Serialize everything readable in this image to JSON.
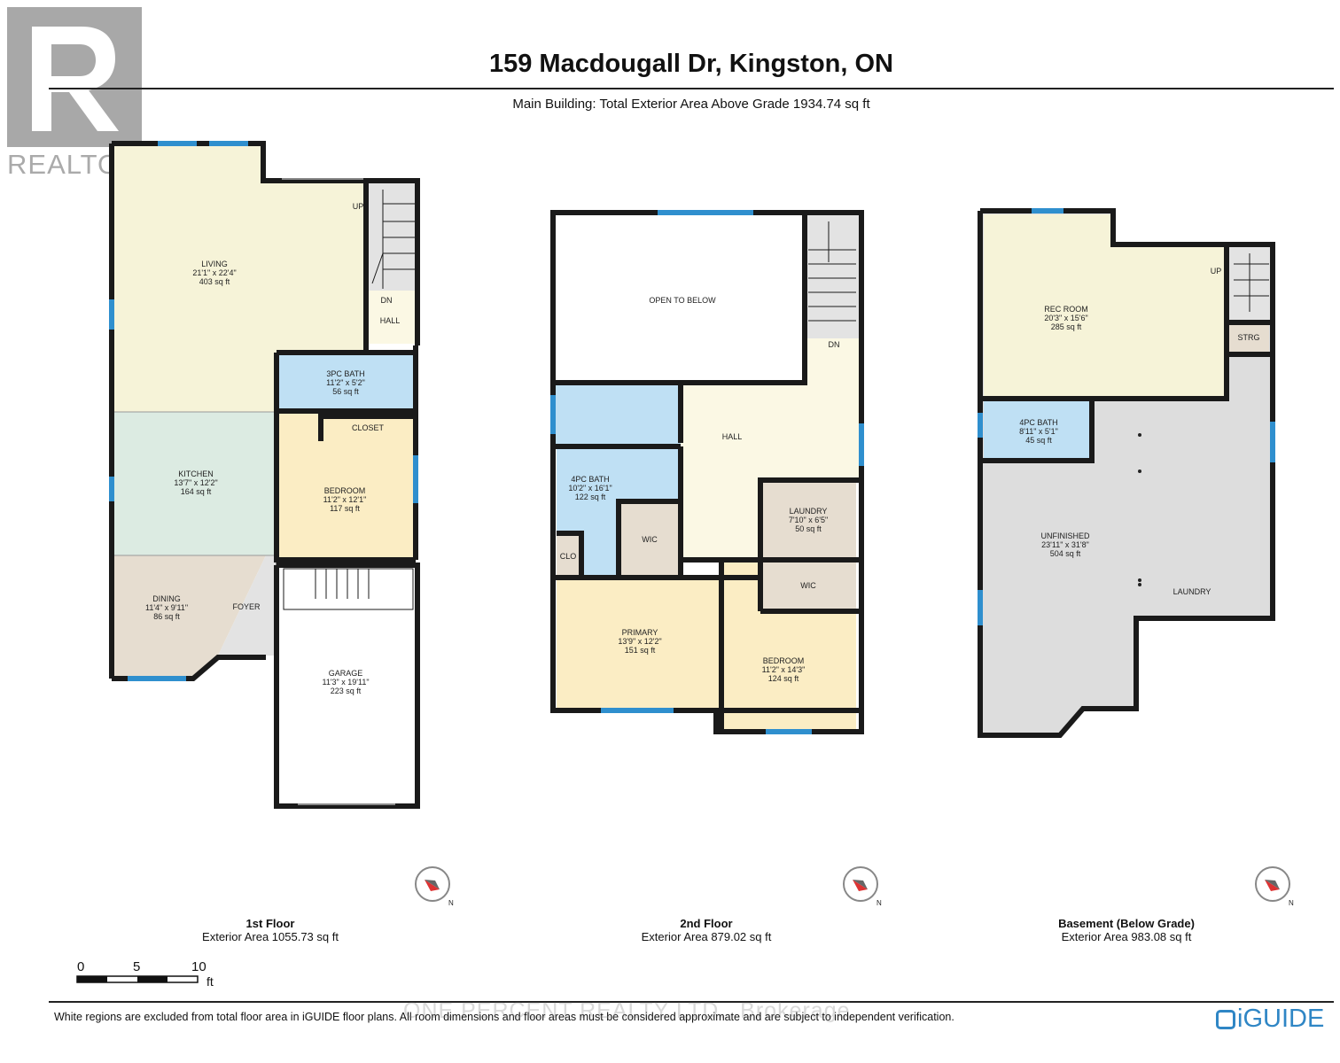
{
  "header": {
    "title": "159 Macdougall Dr, Kingston, ON",
    "subtitle": "Main Building: Total Exterior Area Above Grade 1934.74 sq ft"
  },
  "logo": {
    "wordmark": "REALTOR®"
  },
  "floors": [
    {
      "name": "1st Floor",
      "area": "Exterior Area 1055.73 sq ft",
      "rooms": [
        {
          "name": "LIVING",
          "dims": "21'1\" x 22'4\"",
          "area": "403 sq ft"
        },
        {
          "name": "KITCHEN",
          "dims": "13'7\" x 12'2\"",
          "area": "164 sq ft"
        },
        {
          "name": "DINING",
          "dims": "11'4\" x 9'11\"",
          "area": "86 sq ft"
        },
        {
          "name": "FOYER"
        },
        {
          "name": "3PC BATH",
          "dims": "11'2\" x 5'2\"",
          "area": "56 sq ft"
        },
        {
          "name": "CLOSET"
        },
        {
          "name": "BEDROOM",
          "dims": "11'2\" x 12'1\"",
          "area": "117 sq ft"
        },
        {
          "name": "GARAGE",
          "dims": "11'3\" x 19'11\"",
          "area": "223 sq ft"
        },
        {
          "name": "HALL"
        }
      ],
      "stair_labels": [
        "UP",
        "DN"
      ]
    },
    {
      "name": "2nd Floor",
      "area": "Exterior Area 879.02 sq ft",
      "rooms": [
        {
          "name": "OPEN TO BELOW"
        },
        {
          "name": "HALL"
        },
        {
          "name": "4PC BATH",
          "dims": "10'2\" x 16'1\"",
          "area": "122 sq ft"
        },
        {
          "name": "WIC"
        },
        {
          "name": "CLO"
        },
        {
          "name": "LAUNDRY",
          "dims": "7'10\" x 6'5\"",
          "area": "50 sq ft"
        },
        {
          "name": "WIC"
        },
        {
          "name": "PRIMARY",
          "dims": "13'9\" x 12'2\"",
          "area": "151 sq ft"
        },
        {
          "name": "BEDROOM",
          "dims": "11'2\" x 14'3\"",
          "area": "124 sq ft"
        }
      ],
      "stair_labels": [
        "DN"
      ]
    },
    {
      "name": "Basement (Below Grade)",
      "area": "Exterior Area 983.08 sq ft",
      "rooms": [
        {
          "name": "REC ROOM",
          "dims": "20'3\" x 15'6\"",
          "area": "285 sq ft"
        },
        {
          "name": "STRG"
        },
        {
          "name": "4PC BATH",
          "dims": "8'11\" x 5'1\"",
          "area": "45 sq ft"
        },
        {
          "name": "UNFINISHED",
          "dims": "23'11\" x 31'8\"",
          "area": "504 sq ft"
        },
        {
          "name": "LAUNDRY"
        }
      ],
      "stair_labels": [
        "UP"
      ]
    }
  ],
  "compass_label": "N",
  "scale_bar": {
    "ticks": [
      "0",
      "5",
      "10"
    ],
    "unit": "ft"
  },
  "footer": {
    "disclaimer": "White regions are excluded from total floor area in iGUIDE floor plans. All room dimensions and floor areas must be considered approximate and are subject to independent verification.",
    "watermark": "ONE PERCENT REALTY LTD., Brokerage",
    "brand": "iGUIDE"
  },
  "colors": {
    "wall": "#1a1a1a",
    "window": "#2f8fce",
    "living": "#f6f3d8",
    "kitchen": "#dcebe2",
    "dining": "#e6ddd0",
    "bath": "#bfe0f4",
    "bedroom": "#fbedc4",
    "closet": "#e6ddd0",
    "garage": "#ffffff",
    "hall": "#fbf8e4",
    "unfinished": "#dddddd",
    "brand": "#2f86c5"
  }
}
